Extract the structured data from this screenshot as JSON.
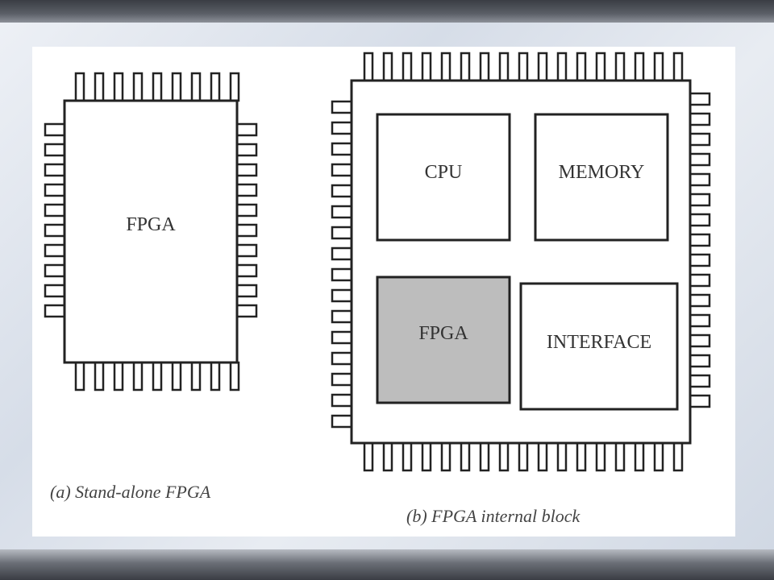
{
  "standalone": {
    "chip_label": "FPGA",
    "caption": "(a) Stand-alone FPGA"
  },
  "internal": {
    "blocks": {
      "cpu": "CPU",
      "memory": "MEMORY",
      "fpga": "FPGA",
      "interface": "INTERFACE"
    },
    "caption": "(b) FPGA internal block"
  },
  "colors": {
    "panel": "#ffffff",
    "stroke": "#222222",
    "fpga_block_fill": "#bdbdbd"
  }
}
